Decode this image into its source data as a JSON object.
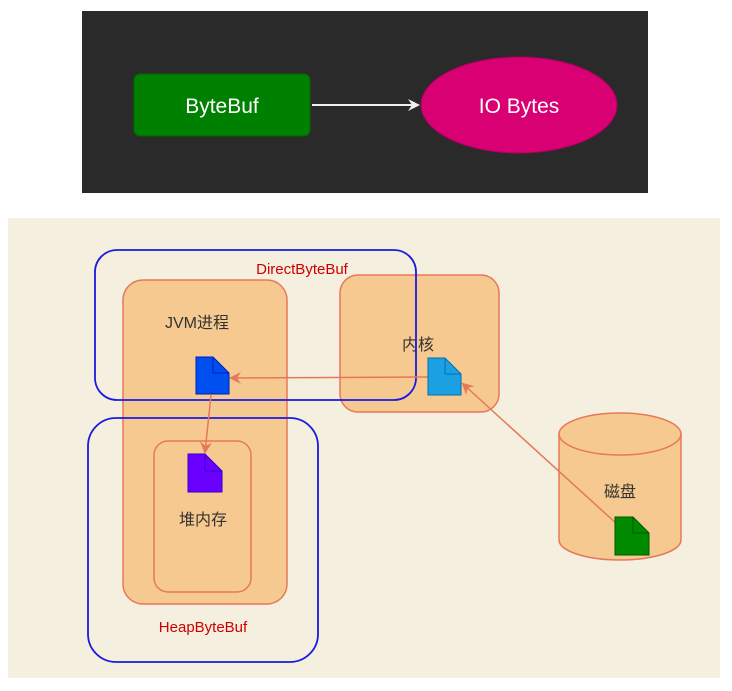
{
  "top_diagram": {
    "source_node": {
      "label": "ByteBuf",
      "color": "#008000"
    },
    "target_node": {
      "label": "IO Bytes",
      "color": "#d80073"
    },
    "edge": {
      "from": "ByteBuf",
      "to": "IO Bytes"
    }
  },
  "bottom_diagram": {
    "groups": {
      "direct": {
        "label": "DirectByteBuf",
        "color": "#1a1ae0"
      },
      "heap": {
        "label": "HeapByteBuf",
        "color": "#1a1ae0"
      }
    },
    "containers": {
      "jvm": {
        "label": "JVM进程"
      },
      "kernel": {
        "label": "内核"
      },
      "heap_memory": {
        "label": "堆内存"
      },
      "disk": {
        "label": "磁盘"
      }
    },
    "documents": {
      "jvm_doc": {
        "color": "#0050ef"
      },
      "kernel_doc": {
        "color": "#1ba1e2"
      },
      "heap_doc": {
        "color": "#6a00ff"
      },
      "disk_doc": {
        "color": "#008a00"
      }
    },
    "edges": [
      {
        "from": "disk_doc",
        "to": "kernel_doc"
      },
      {
        "from": "kernel_doc",
        "to": "jvm_doc"
      },
      {
        "from": "jvm_doc",
        "to": "heap_doc"
      }
    ],
    "label_color": "#cc0000",
    "container_fill": "#f5c98f",
    "container_stroke": "#e6785a"
  }
}
